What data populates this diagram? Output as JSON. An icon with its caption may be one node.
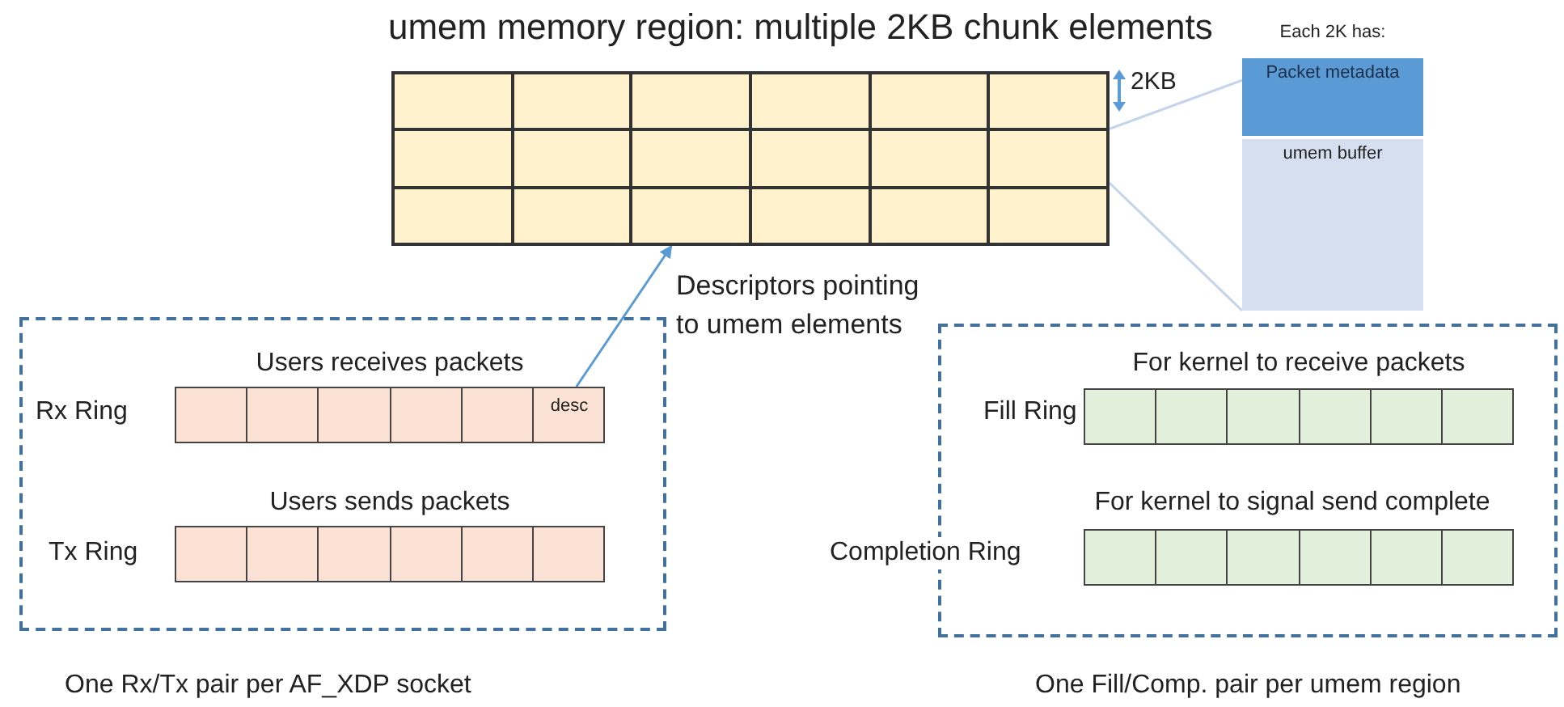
{
  "diagram": {
    "title": "umem memory region: multiple 2KB chunk elements",
    "nodes": [
      {
        "text": [],
        "shape": "box"
      },
      {
        "text": [
          "Each 2K has:"
        ]
      },
      {
        "text": [
          "Packet metadata"
        ],
        "in": 1
      },
      {
        "text": [
          "umem buffer"
        ],
        "in": 1
      },
      {
        "text": [],
        "shape": "box",
        "beside": [
          "One Rx/Tx pair per AF_XDP socket"
        ]
      },
      {
        "text": [
          "Users receives packets"
        ],
        "in": 4,
        "beside": [
          "Rx Ring"
        ]
      },
      {
        "text": [
          "desc"
        ],
        "in": 5
      },
      {
        "text": [
          "Users sends packets"
        ],
        "in": 4,
        "beside": [
          "Tx Ring"
        ]
      },
      {
        "text": [],
        "shape": "box",
        "beside": [
          "One Fill/Comp. pair per umem region"
        ]
      },
      {
        "text": [
          "For kernel to receive packets"
        ],
        "in": 8,
        "beside": [
          "Fill Ring"
        ]
      },
      {
        "text": [
          "For kernel to signal send complete"
        ],
        "in": 8,
        "beside": [
          "Completion Ring"
        ]
      }
    ],
    "edges": [
      {
        "from": 6,
        "to": 0,
        "arrow": "to",
        "label": "Descriptors pointing to umem elements",
        "color": "#5b9bd5"
      },
      {
        "from": 0,
        "to": 1,
        "arrow": "none"
      },
      {
        "from": 0,
        "to": 1,
        "arrow": "none"
      }
    ],
    "labels": [
      "2KB"
    ]
  }
}
